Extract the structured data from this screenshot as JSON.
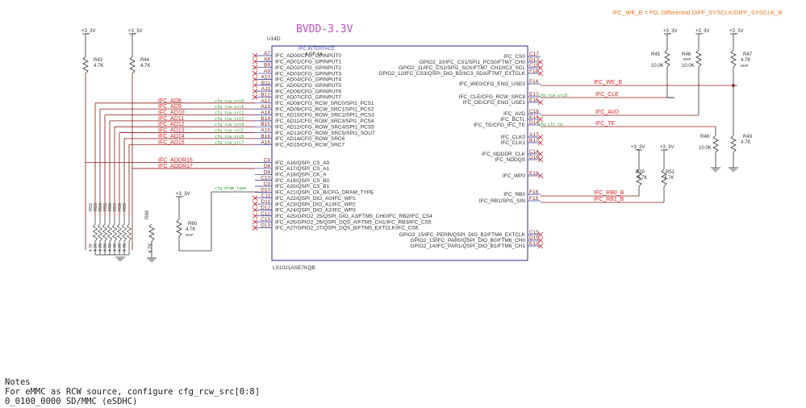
{
  "top_note": "IFC_WE_B = PD, Differential DIFF_SYSCLK/DIFF_SYSCLK_B",
  "component": {
    "ref": "U14D",
    "title": "BVDD-3.3V",
    "section": "IFC INTERFACE",
    "part_of": "4 OF 14",
    "part_number": "LS1021ASE7KQB",
    "left_pins": [
      {
        "num": "A7",
        "name": "IFC_AD00/CFG_GPINPUT0"
      },
      {
        "num": "A8",
        "name": "IFC_AD01/CFG_GPINPUT1"
      },
      {
        "num": "B9",
        "name": "IFC_AD02/CFG_GPINPUT2"
      },
      {
        "num": "A9",
        "name": "IFC_AD03/CFG_GPINPUT3"
      },
      {
        "num": "A10",
        "name": "IFC_AD04/CFG_GPINPUT4"
      },
      {
        "num": "B11",
        "name": "IFC_AD05/CFG_GPINPUT5"
      },
      {
        "num": "A11",
        "name": "IFC_AD06/CFG_GPINPUT6"
      },
      {
        "num": "B12",
        "name": "IFC_AD07/CFG_GPINPUT7"
      },
      {
        "num": "A12",
        "name": "IFC_AD08/CFG_RCW_SRC0/SPI1_PCS1"
      },
      {
        "num": "A13",
        "name": "IFC_AD09/CFG_RCW_SRC1/SPI1_PCS2"
      },
      {
        "num": "A14",
        "name": "IFC_AD10/CFG_ROW_SRC2/SPI1_PCS3"
      },
      {
        "num": "B14",
        "name": "IFC_AD11/CFG_ROW_SRC3/SPI1_PCS4"
      },
      {
        "num": "B15",
        "name": "IFC_AD12/CFG_ROW_SRC4/SPI1_PCS5"
      },
      {
        "num": "A15",
        "name": "IFC_AD13/CFG_ROW_SRC5/SPI1_SOUT"
      },
      {
        "num": "B16",
        "name": "IFC_AD14/CFG_ROW_SRC6"
      },
      {
        "num": "A16",
        "name": "IFC_AD15/CFG_RCW_SRC7"
      },
      {
        "num": "C8",
        "name": "IFC_A16/QSPI_CS_A0"
      },
      {
        "num": "D8",
        "name": "IFC_A17/QSPI_CS_A1"
      },
      {
        "num": "D9",
        "name": "IFC_A18/QSPI_CK_A"
      },
      {
        "num": "C10",
        "name": "IFC_A19/QSPI_CS_B0"
      },
      {
        "num": "C9",
        "name": "IFC_A20/QSPI_CS_B1"
      },
      {
        "num": "D10",
        "name": "IFC_A21/QSPI_CK_B/CFG_DRAM_TYPE"
      },
      {
        "num": "C11",
        "name": "IFC_A22/QSPI_DIO_A0/IFC_WP1"
      },
      {
        "num": "D11",
        "name": "IFC_A23/QSPI_DIO_A1/IFC_WP2"
      },
      {
        "num": "D12",
        "name": "IFC_A24/QSPI_DIO_A2/IFC_WP3"
      },
      {
        "num": "C12",
        "name": "IFC_A25/GPIO2_25/QSPI_DIO_A3/FTM5_CH0/IFC_RB2/IFC_CS4"
      },
      {
        "num": "C13",
        "name": "IFC_A26/GPIO2_26/QSPI_DQS_A/FTM5_CH1/IFC_RB3/IFC_CS5"
      },
      {
        "num": "D13",
        "name": "IFC_A27/GPIO2_27/QSPI_DQS_B/FTM5_EXTCLK/IFC_CS6"
      }
    ],
    "right_pins": [
      {
        "num": "C17",
        "name": "IFC_CS0"
      },
      {
        "num": "D17",
        "name": "GPIO2_10/IFC_CS1/SPI1_PCS0/FTM7_CH0"
      },
      {
        "num": "C18",
        "name": "GPIO2_11/IFC_CS2/SPI1_SCK/FTM7_CH1/IIC3_SCL"
      },
      {
        "num": "F18",
        "name": "GPIO2_12/IFC_CS3/QSPI_DIO_B3/IIC3_SDA/FTM7_EXTCLK"
      },
      {
        "num": "F14",
        "name": "IFC_WE0/CFG_ENG_USE0"
      },
      {
        "num": "E17",
        "name": "IFC_CLE/CFG_RCW_SRC8"
      },
      {
        "num": "E16",
        "name": "IFC_OE/CFG_ENG_USE1"
      },
      {
        "num": "C16",
        "name": "IFC_AVD"
      },
      {
        "num": "E14",
        "name": "IFC_BCTL"
      },
      {
        "num": "D14",
        "name": "IFC_TE/CFG_IFC_TE"
      },
      {
        "num": "A17",
        "name": "IFC_CLK0"
      },
      {
        "num": "B17",
        "name": "IFC_CLK1"
      },
      {
        "num": "C14",
        "name": "IFC_NDDDR_CLK"
      },
      {
        "num": "D16",
        "name": "IFC_NDDQS"
      },
      {
        "num": "E18",
        "name": "IFC_WP0"
      },
      {
        "num": "F16",
        "name": "IFC_RB0"
      },
      {
        "num": "F15",
        "name": "IFC_RB1/SPI1_SIN"
      },
      {
        "num": "C15",
        "name": "GPIO2_15/IFC_PERR/QSPI_DIO_B2/FTM6_EXTCLK"
      },
      {
        "num": "D15",
        "name": "GPIO2_13/IFC_PAR0/QSPI_DIO_B0/FTM6_CH0"
      },
      {
        "num": "E13",
        "name": "GPIO2_14/IFC_PAR1/QSPI_DIO_B1/FTM6_CH1"
      }
    ]
  },
  "left_nets": [
    {
      "label": "IFC_AD8",
      "tag": "cfg_rcw_src0"
    },
    {
      "label": "IFC_AD9",
      "tag": "cfg_rcw_src1"
    },
    {
      "label": "IFC_AD10",
      "tag": "cfg_rcw_src2"
    },
    {
      "label": "IFC_AD11",
      "tag": "cfg_rcw_src3"
    },
    {
      "label": "IFC_AD12",
      "tag": "cfg_rcw_src4"
    },
    {
      "label": "IFC_AD13",
      "tag": "cfg_rcw_src5"
    },
    {
      "label": "IFC_AD14",
      "tag": "cfg_rcw_src6"
    },
    {
      "label": "IFC_AD15",
      "tag": "cfg_rcw_src7"
    },
    {
      "label": "IFC_ADDR16",
      "tag": ""
    },
    {
      "label": "IFC_ADDR17",
      "tag": ""
    }
  ],
  "dram_tag": "cfg_dram_type",
  "right_nets": {
    "we": "IFC_WE_B",
    "cle": "IFC_CLE",
    "cle_tag": "cfg_rcw_src8",
    "avd": "IFC_AVD",
    "te": "IFC_TE",
    "te_tag": "cfg_ifc_te",
    "rb0": "IFC_RB0_B",
    "rb1": "IFC_RB1_B"
  },
  "supply": "+3_3V",
  "resistors": {
    "r43": {
      "ref": "R43",
      "val": "4.7K"
    },
    "r44": {
      "ref": "R44",
      "val": "4.7K"
    },
    "r45": {
      "ref": "R45",
      "val": "10.0K"
    },
    "r46": {
      "ref": "R46",
      "val": "10.0K",
      "dnp": "DNP"
    },
    "r47": {
      "ref": "R47",
      "val": "4.7K",
      "dnp": "DNP"
    },
    "r48": {
      "ref": "R48",
      "val": "10.0K"
    },
    "r49": {
      "ref": "R49",
      "val": "4.7K"
    },
    "r50": {
      "ref": "R50",
      "val": "4.7K"
    },
    "r51": {
      "ref": "R51",
      "val": "4.7K"
    },
    "r60": {
      "ref": "R60",
      "val": "4.7K",
      "dnp": "DNP"
    },
    "r69": {
      "ref": "R69",
      "val": "4.7K"
    },
    "bank": [
      "R52",
      "R53",
      "R54",
      "R55",
      "R56",
      "R57",
      "R58",
      "R59"
    ],
    "bank_val": "4.7K"
  },
  "notes": {
    "title": "Notes",
    "line1": "For eMMC as RCW source, configure cfg_rcw_src[0:8]",
    "line2": "0_0100_0000 SD/MMC (eSDHC)"
  }
}
